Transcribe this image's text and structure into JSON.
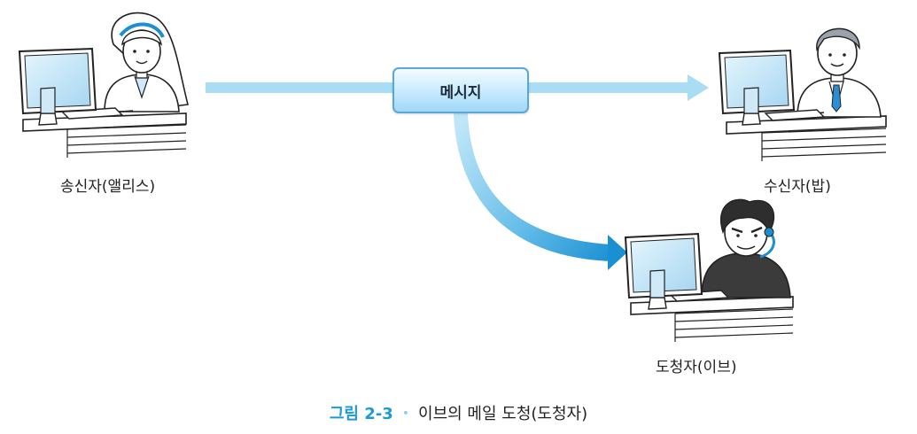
{
  "message_box": {
    "label": "메시지"
  },
  "people": {
    "sender": {
      "label": "송신자(앨리스)"
    },
    "receiver": {
      "label": "수신자(밥)"
    },
    "eavesdropper": {
      "label": "도청자(이브)"
    }
  },
  "caption": {
    "number": "그림 2-3",
    "separator": "•",
    "text": "이브의 메일 도청(도청자)"
  },
  "colors": {
    "arrow_main": "#a9ddf4",
    "arrow_intercept_dark": "#1a8fd2",
    "monitor_screen": "#b9e0f5",
    "caption_accent": "#1b9ad6"
  }
}
